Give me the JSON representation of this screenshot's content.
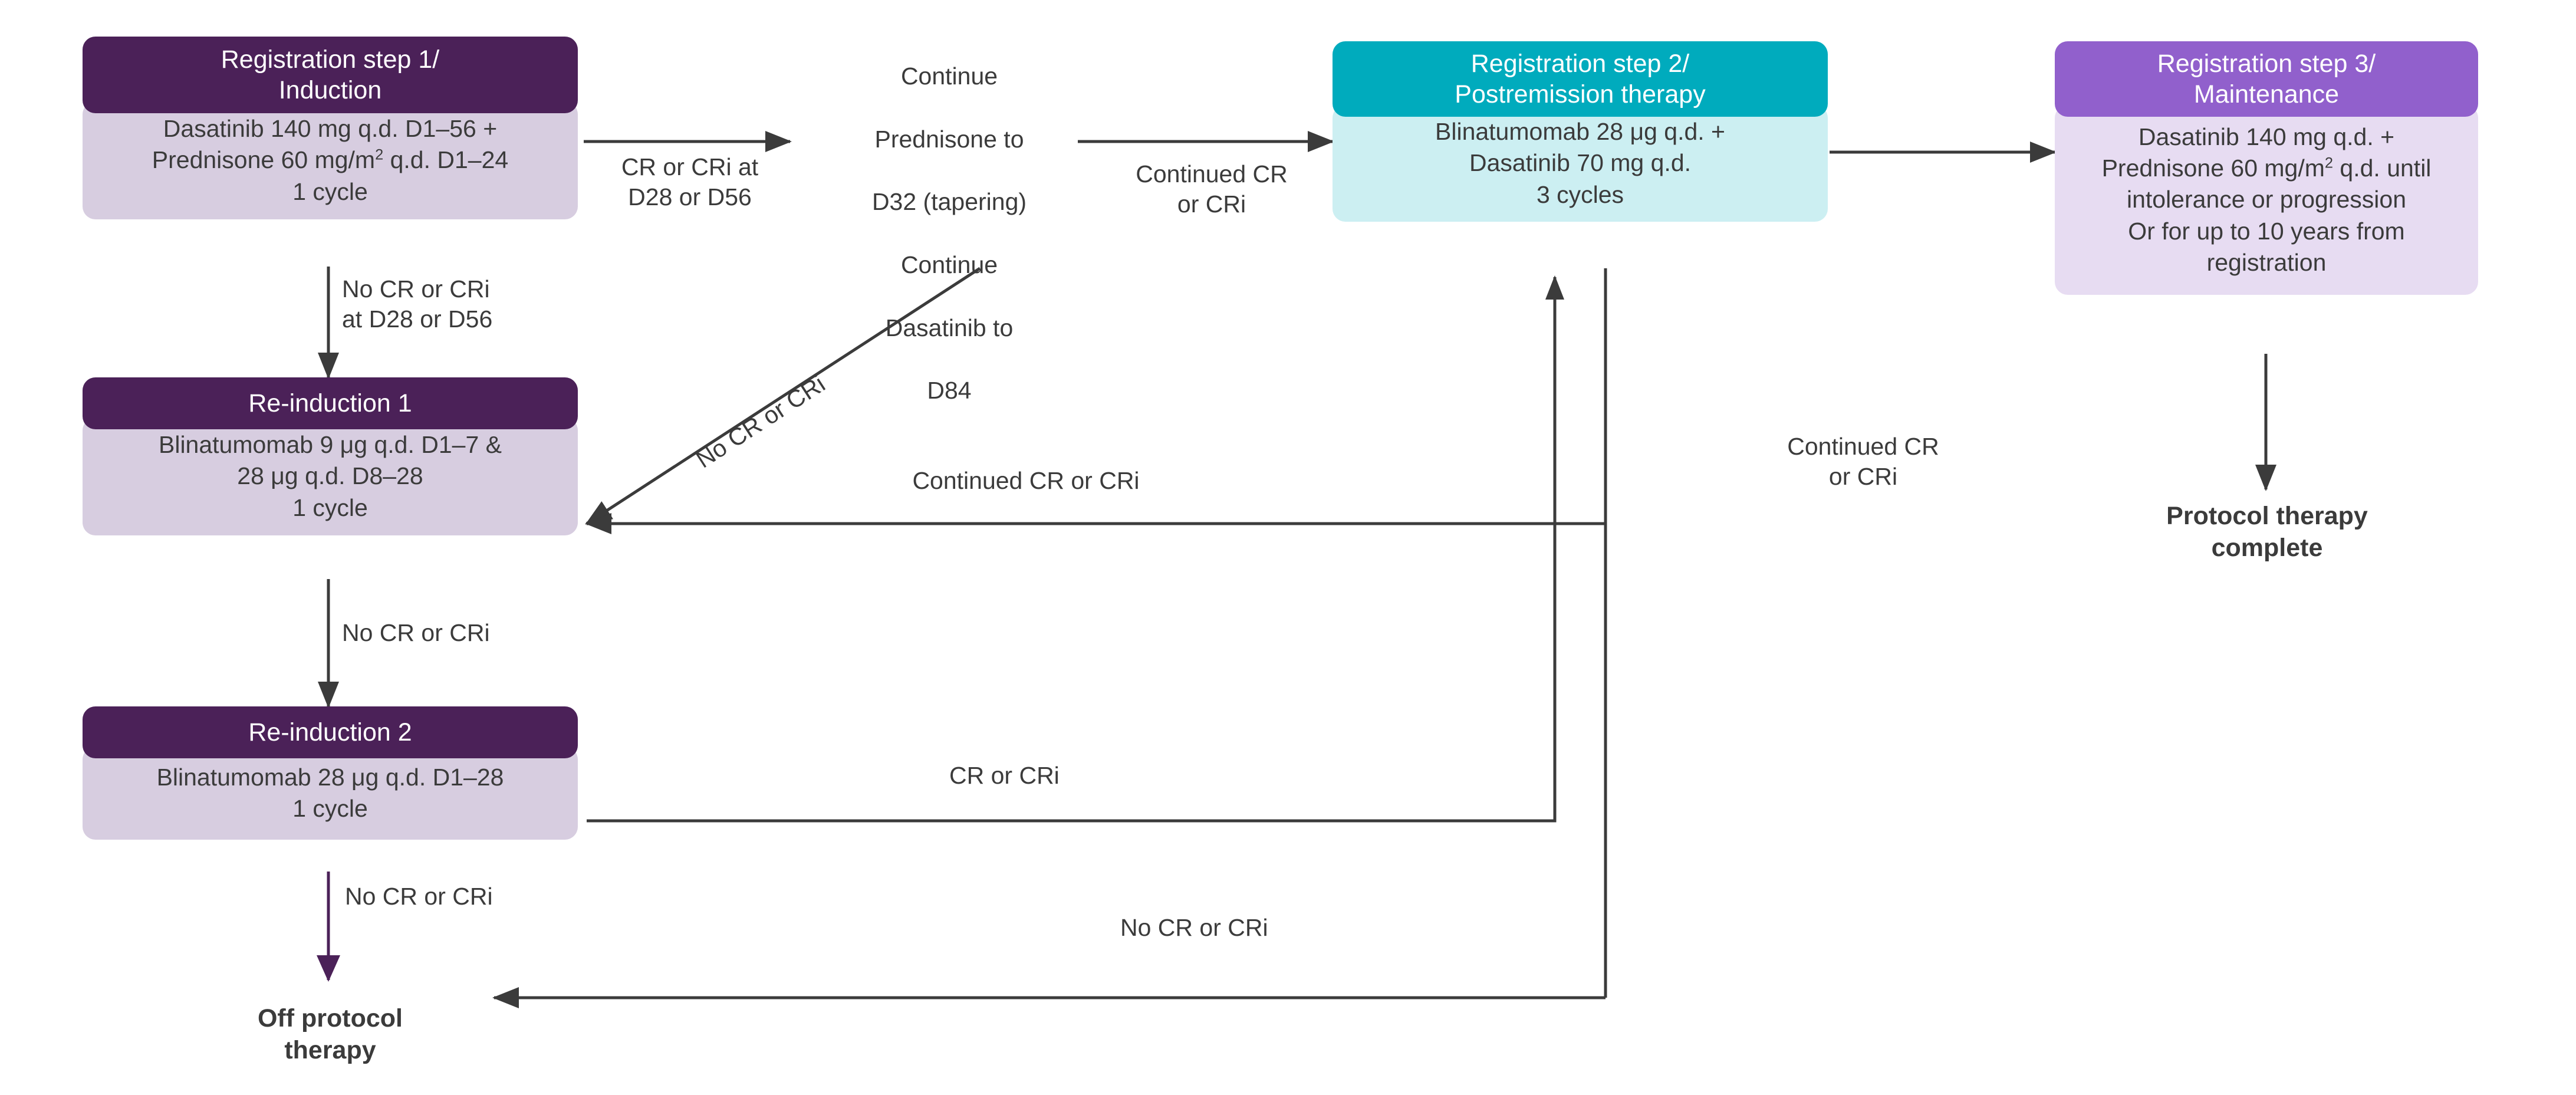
{
  "diagram": {
    "title": "Clinical trial treatment schema flowchart",
    "colors": {
      "dark_purple": "#4b2158",
      "teal": "#00abbd",
      "violet": "#9160cc",
      "body_lilac": "#d7cde0",
      "body_cyan": "#cceff2",
      "body_lavender": "#e7dcf2",
      "arrow": "#3b3b3b",
      "arrow_purple": "#4b2158",
      "text": "#3b3b3b"
    },
    "nodes": [
      {
        "id": "step1",
        "header": "Registration step 1/\nInduction",
        "body": "Dasatinib 140 mg q.d. D1–56 +\nPrednisone 60 mg/m2 q.d. D1–24\n1 cycle",
        "body_line1": "Dasatinib 140 mg q.d. D1–56 +",
        "body_line2_a": "Prednisone 60 mg/m",
        "body_line2_sup": "2",
        "body_line2_b": " q.d. D1–24",
        "body_line3": "1 cycle"
      },
      {
        "id": "reinduction1",
        "header": "Re-induction 1",
        "body_line1": "Blinatumomab 9 μg q.d. D1–7 &",
        "body_line2": "28 μg q.d. D8–28",
        "body_line3": "1 cycle"
      },
      {
        "id": "reinduction2",
        "header": "Re-induction 2",
        "body_line1": "Blinatumomab 28 μg q.d. D1–28",
        "body_line2": "1 cycle"
      },
      {
        "id": "step2",
        "header": "Registration step 2/\nPostremission therapy",
        "body_line1": "Blinatumomab 28 μg q.d. +",
        "body_line2": "Dasatinib 70 mg q.d.",
        "body_line3": "3 cycles"
      },
      {
        "id": "step3",
        "header": "Registration step 3/\nMaintenance",
        "body_line1": "Dasatinib 140 mg q.d. +",
        "body_line2_a": "Prednisone 60 mg/m",
        "body_line2_sup": "2",
        "body_line2_b": " q.d. until",
        "body_line3": "intolerance or progression",
        "body_line4": "Or for up to 10 years from",
        "body_line5": "registration"
      }
    ],
    "free_text": {
      "continue_block_l1": "Continue",
      "continue_block_l2": "Prednisone to",
      "continue_block_l3": "D32 (tapering)",
      "continue_block_l4": "Continue",
      "continue_block_l5": "Dasatinib to",
      "continue_block_l6": "D84"
    },
    "terminals": [
      {
        "id": "off-protocol",
        "line1": "Off protocol",
        "line2": "therapy"
      },
      {
        "id": "protocol-complete",
        "line1": "Protocol therapy",
        "line2": "complete"
      }
    ],
    "edge_labels": [
      {
        "id": "cr-cri-d28-d56",
        "text": "CR or CRi at\nD28 or D56"
      },
      {
        "id": "no-cr-cri-d28-d56",
        "text": "No CR or CRi\nat D28 or D56"
      },
      {
        "id": "no-cr-cri-diagonal",
        "text": "No CR or CRi"
      },
      {
        "id": "continued-cr-cri-to-step2",
        "text": "Continued CR\nor CRi"
      },
      {
        "id": "continued-cr-cri-to-reinduction1",
        "text": "Continued CR or CRi"
      },
      {
        "id": "no-cr-cri-reind1-to-reind2",
        "text": "No CR or CRi"
      },
      {
        "id": "cr-or-cri-reind2-to-step2",
        "text": "CR or CRi"
      },
      {
        "id": "no-cr-cri-reind2-off",
        "text": "No CR or CRi"
      },
      {
        "id": "no-cr-cri-step2-off",
        "text": "No CR or CRi"
      },
      {
        "id": "continued-cr-cri-to-step3",
        "text": "Continued CR\nor CRi"
      }
    ]
  }
}
